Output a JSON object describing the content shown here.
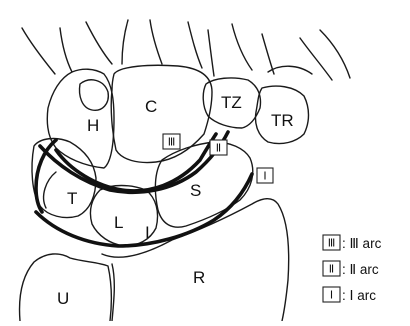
{
  "bones": {
    "hamate": "H",
    "capitate": "C",
    "trapezoid": "TZ",
    "trapezium": "TR",
    "triquetrum": "T",
    "lunate": "L",
    "scaphoid": "S",
    "radius": "R",
    "ulna": "U"
  },
  "arc_tags": {
    "arc3": "Ⅲ",
    "arc2": "Ⅱ",
    "arc1": "Ⅰ",
    "lunate_mark": "I"
  },
  "legend": [
    {
      "symbol": "Ⅲ",
      "text": ": Ⅲ arc"
    },
    {
      "symbol": "Ⅱ",
      "text": ": Ⅱ arc"
    },
    {
      "symbol": "Ⅰ",
      "text": ": Ⅰ arc"
    }
  ]
}
